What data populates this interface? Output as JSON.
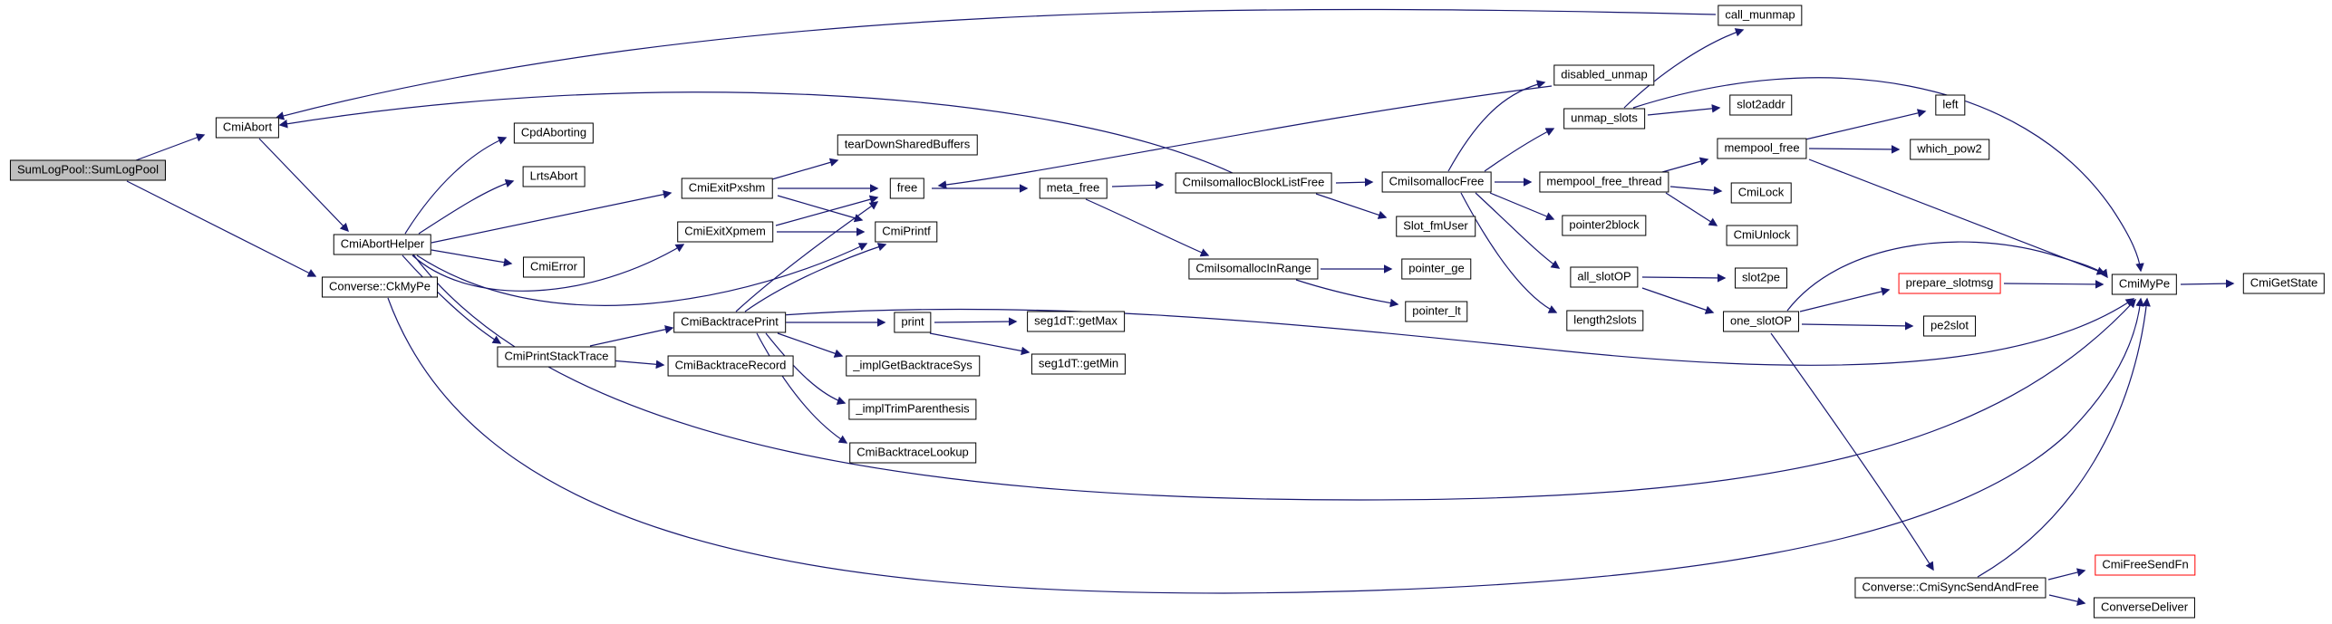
{
  "diagram": {
    "kind": "doxygen-call-graph",
    "root": "SumLogPool::SumLogPool"
  },
  "colors": {
    "edge": "#191970",
    "node_border": "#000000",
    "node_fill": "#ffffff",
    "root_fill": "#bfbfbf",
    "truncated_border": "#ff0000",
    "text": "#000000",
    "background": "#ffffff"
  },
  "nodes": [
    {
      "id": "sumlogpool",
      "label": "SumLogPool::SumLogPool",
      "style": "root"
    },
    {
      "id": "cmiabort",
      "label": "CmiAbort",
      "style": "normal"
    },
    {
      "id": "cmiaborthelper",
      "label": "CmiAbortHelper",
      "style": "normal"
    },
    {
      "id": "ckmype",
      "label": "Converse::CkMyPe",
      "style": "normal"
    },
    {
      "id": "cpdaborting",
      "label": "CpdAborting",
      "style": "normal"
    },
    {
      "id": "lrtsabort",
      "label": "LrtsAbort",
      "style": "normal"
    },
    {
      "id": "cmierror",
      "label": "CmiError",
      "style": "normal"
    },
    {
      "id": "cmiexitpxshm",
      "label": "CmiExitPxshm",
      "style": "normal"
    },
    {
      "id": "cmiexitxpmem",
      "label": "CmiExitXpmem",
      "style": "normal"
    },
    {
      "id": "teardownsharedbuffers",
      "label": "tearDownSharedBuffers",
      "style": "normal"
    },
    {
      "id": "free",
      "label": "free",
      "style": "normal"
    },
    {
      "id": "cmiprintf",
      "label": "CmiPrintf",
      "style": "normal"
    },
    {
      "id": "meta_free",
      "label": "meta_free",
      "style": "normal"
    },
    {
      "id": "blocklistfree",
      "label": "CmiIsomallocBlockListFree",
      "style": "normal"
    },
    {
      "id": "inrange",
      "label": "CmiIsomallocInRange",
      "style": "normal"
    },
    {
      "id": "isomallocfree",
      "label": "CmiIsomallocFree",
      "style": "normal"
    },
    {
      "id": "slot_fmuser",
      "label": "Slot_fmUser",
      "style": "normal"
    },
    {
      "id": "pointer_ge",
      "label": "pointer_ge",
      "style": "normal"
    },
    {
      "id": "pointer_lt",
      "label": "pointer_lt",
      "style": "normal"
    },
    {
      "id": "disabled_unmap",
      "label": "disabled_unmap",
      "style": "normal"
    },
    {
      "id": "unmap_slots",
      "label": "unmap_slots",
      "style": "normal"
    },
    {
      "id": "mempool_free_thread",
      "label": "mempool_free_thread",
      "style": "normal"
    },
    {
      "id": "pointer2block",
      "label": "pointer2block",
      "style": "normal"
    },
    {
      "id": "all_slotop",
      "label": "all_slotOP",
      "style": "normal"
    },
    {
      "id": "length2slots",
      "label": "length2slots",
      "style": "normal"
    },
    {
      "id": "call_munmap",
      "label": "call_munmap",
      "style": "normal"
    },
    {
      "id": "slot2addr",
      "label": "slot2addr",
      "style": "normal"
    },
    {
      "id": "mempool_free",
      "label": "mempool_free",
      "style": "normal"
    },
    {
      "id": "cmilock",
      "label": "CmiLock",
      "style": "normal"
    },
    {
      "id": "cmiunlock",
      "label": "CmiUnlock",
      "style": "normal"
    },
    {
      "id": "slot2pe",
      "label": "slot2pe",
      "style": "normal"
    },
    {
      "id": "one_slotop",
      "label": "one_slotOP",
      "style": "normal"
    },
    {
      "id": "left",
      "label": "left",
      "style": "normal"
    },
    {
      "id": "which_pow2",
      "label": "which_pow2",
      "style": "normal"
    },
    {
      "id": "prepare_slotmsg",
      "label": "prepare_slotmsg",
      "style": "truncated"
    },
    {
      "id": "pe2slot",
      "label": "pe2slot",
      "style": "normal"
    },
    {
      "id": "cmimype",
      "label": "CmiMyPe",
      "style": "normal"
    },
    {
      "id": "cmigetstate",
      "label": "CmiGetState",
      "style": "normal"
    },
    {
      "id": "cmiprintstacktrace",
      "label": "CmiPrintStackTrace",
      "style": "normal"
    },
    {
      "id": "cmibacktraceprint",
      "label": "CmiBacktracePrint",
      "style": "normal"
    },
    {
      "id": "cmibacktracerecord",
      "label": "CmiBacktraceRecord",
      "style": "normal"
    },
    {
      "id": "print",
      "label": "print",
      "style": "normal"
    },
    {
      "id": "getmax",
      "label": "seg1dT::getMax",
      "style": "normal"
    },
    {
      "id": "getmin",
      "label": "seg1dT::getMin",
      "style": "normal"
    },
    {
      "id": "implgetbacktracesys",
      "label": "_implGetBacktraceSys",
      "style": "normal"
    },
    {
      "id": "impltrimparenthesis",
      "label": "_implTrimParenthesis",
      "style": "normal"
    },
    {
      "id": "cmibacktracelookup",
      "label": "CmiBacktraceLookup",
      "style": "normal"
    },
    {
      "id": "cmisyncsendandfree",
      "label": "Converse::CmiSyncSendAndFree",
      "style": "normal"
    },
    {
      "id": "cmifreesendfn",
      "label": "CmiFreeSendFn",
      "style": "truncated"
    },
    {
      "id": "conversedeliver",
      "label": "ConverseDeliver",
      "style": "normal"
    }
  ],
  "edges": [
    {
      "from": "sumlogpool",
      "to": "cmiabort"
    },
    {
      "from": "sumlogpool",
      "to": "ckmype"
    },
    {
      "from": "cmiabort",
      "to": "cmiaborthelper"
    },
    {
      "from": "call_munmap",
      "to": "cmiabort"
    },
    {
      "from": "blocklistfree",
      "to": "cmiabort"
    },
    {
      "from": "cmiaborthelper",
      "to": "cpdaborting"
    },
    {
      "from": "cmiaborthelper",
      "to": "lrtsabort"
    },
    {
      "from": "cmiaborthelper",
      "to": "cmierror"
    },
    {
      "from": "cmiaborthelper",
      "to": "cmiexitpxshm"
    },
    {
      "from": "cmiaborthelper",
      "to": "cmiexitxpmem"
    },
    {
      "from": "cmiaborthelper",
      "to": "cmiprintf"
    },
    {
      "from": "cmiaborthelper",
      "to": "cmiprintstacktrace"
    },
    {
      "from": "cmiaborthelper",
      "to": "cmimype"
    },
    {
      "from": "ckmype",
      "to": "cmimype"
    },
    {
      "from": "cmiexitpxshm",
      "to": "teardownsharedbuffers"
    },
    {
      "from": "cmiexitpxshm",
      "to": "free"
    },
    {
      "from": "cmiexitpxshm",
      "to": "cmiprintf"
    },
    {
      "from": "cmiexitxpmem",
      "to": "free"
    },
    {
      "from": "cmiexitxpmem",
      "to": "cmiprintf"
    },
    {
      "from": "free",
      "to": "meta_free"
    },
    {
      "from": "disabled_unmap",
      "to": "free"
    },
    {
      "from": "meta_free",
      "to": "blocklistfree"
    },
    {
      "from": "meta_free",
      "to": "inrange"
    },
    {
      "from": "blocklistfree",
      "to": "isomallocfree"
    },
    {
      "from": "blocklistfree",
      "to": "slot_fmuser"
    },
    {
      "from": "inrange",
      "to": "pointer_ge"
    },
    {
      "from": "inrange",
      "to": "pointer_lt"
    },
    {
      "from": "isomallocfree",
      "to": "disabled_unmap"
    },
    {
      "from": "isomallocfree",
      "to": "unmap_slots"
    },
    {
      "from": "isomallocfree",
      "to": "mempool_free_thread"
    },
    {
      "from": "isomallocfree",
      "to": "pointer2block"
    },
    {
      "from": "isomallocfree",
      "to": "all_slotop"
    },
    {
      "from": "isomallocfree",
      "to": "length2slots"
    },
    {
      "from": "unmap_slots",
      "to": "slot2addr"
    },
    {
      "from": "unmap_slots",
      "to": "call_munmap"
    },
    {
      "from": "unmap_slots",
      "to": "cmimype"
    },
    {
      "from": "mempool_free_thread",
      "to": "mempool_free"
    },
    {
      "from": "mempool_free_thread",
      "to": "cmilock"
    },
    {
      "from": "mempool_free_thread",
      "to": "cmiunlock"
    },
    {
      "from": "mempool_free",
      "to": "left"
    },
    {
      "from": "mempool_free",
      "to": "which_pow2"
    },
    {
      "from": "mempool_free",
      "to": "cmimype"
    },
    {
      "from": "all_slotop",
      "to": "slot2pe"
    },
    {
      "from": "all_slotop",
      "to": "one_slotop"
    },
    {
      "from": "one_slotop",
      "to": "prepare_slotmsg"
    },
    {
      "from": "one_slotop",
      "to": "pe2slot"
    },
    {
      "from": "one_slotop",
      "to": "cmimype"
    },
    {
      "from": "one_slotop",
      "to": "cmisyncsendandfree"
    },
    {
      "from": "prepare_slotmsg",
      "to": "cmimype"
    },
    {
      "from": "cmimype",
      "to": "cmigetstate"
    },
    {
      "from": "cmiprintstacktrace",
      "to": "cmibacktraceprint"
    },
    {
      "from": "cmiprintstacktrace",
      "to": "cmibacktracerecord"
    },
    {
      "from": "cmibacktraceprint",
      "to": "print"
    },
    {
      "from": "cmibacktraceprint",
      "to": "implgetbacktracesys"
    },
    {
      "from": "cmibacktraceprint",
      "to": "impltrimparenthesis"
    },
    {
      "from": "cmibacktraceprint",
      "to": "cmibacktracelookup"
    },
    {
      "from": "cmibacktraceprint",
      "to": "cmiprintf"
    },
    {
      "from": "cmibacktraceprint",
      "to": "free"
    },
    {
      "from": "cmibacktraceprint",
      "to": "cmimype"
    },
    {
      "from": "print",
      "to": "getmax"
    },
    {
      "from": "print",
      "to": "getmin"
    },
    {
      "from": "cmisyncsendandfree",
      "to": "cmifreesendfn"
    },
    {
      "from": "cmisyncsendandfree",
      "to": "conversedeliver"
    },
    {
      "from": "cmisyncsendandfree",
      "to": "cmimype"
    }
  ]
}
